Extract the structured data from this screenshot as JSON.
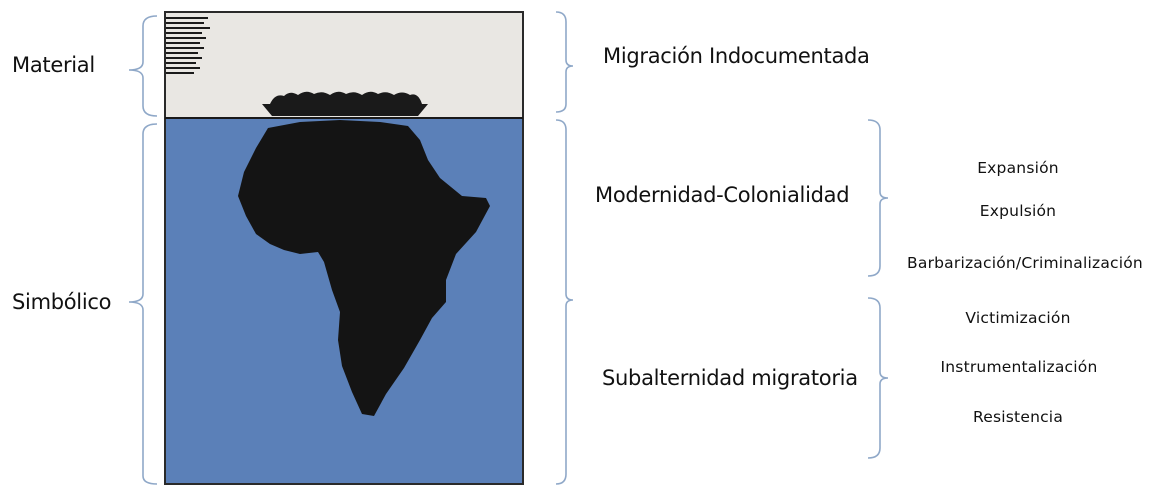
{
  "left_labels": {
    "material": "Material",
    "simbolico": "Simbólico"
  },
  "middle_labels": {
    "migracion": "Migración Indocumentada",
    "modernidad": "Modernidad-Colonialidad",
    "subalternidad": "Subalternidad migratoria"
  },
  "right_labels": {
    "expansion": "Expansión",
    "expulsion": "Expulsión",
    "barbarizacion": "Barbarización/Criminalización",
    "victimizacion": "Victimización",
    "instrumentalizacion": "Instrumentalización",
    "resistencia": "Resistencia"
  },
  "colors": {
    "sea": "#5b80b8",
    "sky": "#e9e7e3",
    "continent": "#141414",
    "bracket": "#8fa8c8"
  }
}
